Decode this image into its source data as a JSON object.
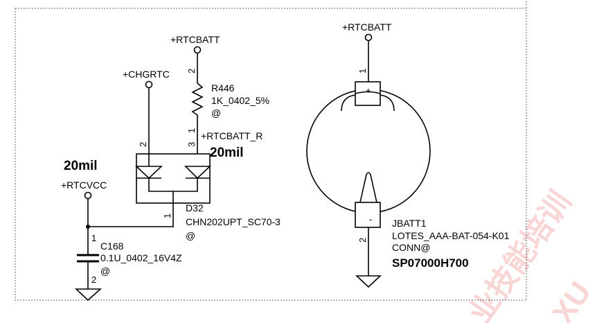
{
  "watermark": {
    "text": "业技能培训",
    "latin": "XU"
  },
  "rtc_charger": {
    "nets": {
      "rtcbatt": "+RTCBATT",
      "chgrtc": "+CHGRTC",
      "rtcvcc": "+RTCVCC",
      "rtcbatt_r": "+RTCBATT_R"
    },
    "trace_width_left": "20mil",
    "trace_width_right": "20mil",
    "resistor": {
      "ref": "R446",
      "value": "1K_0402_5%",
      "option": "@",
      "pin_top": "2",
      "pin_bottom": "1"
    },
    "diode": {
      "ref": "D32",
      "part": "CHN202UPT_SC70-3",
      "option": "@",
      "pin_left": "2",
      "pin_right": "3",
      "pin_common": "1"
    },
    "capacitor": {
      "ref": "C168",
      "value": "0.1U_0402_16V4Z",
      "option": "@",
      "pin_top": "1",
      "pin_bottom": "2"
    }
  },
  "battery": {
    "net": "+RTCBATT",
    "ref": "JBATT1",
    "part": "LOTES_AAA-BAT-054-K01",
    "option": "CONN@",
    "pn": "SP07000H700",
    "plus": "+",
    "minus": "-",
    "pin_top": "1",
    "pin_bottom": "2"
  }
}
